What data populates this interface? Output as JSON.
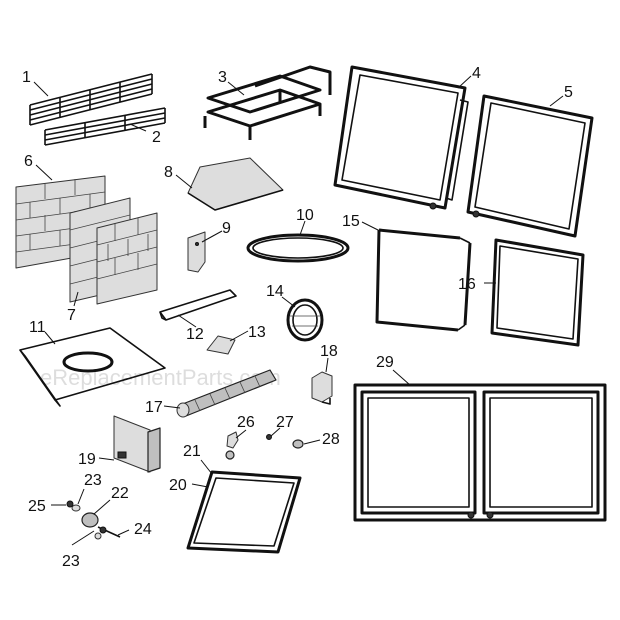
{
  "watermark": "eReplacementParts.com",
  "callouts": [
    {
      "id": "c1",
      "text": "1"
    },
    {
      "id": "c2",
      "text": "2"
    },
    {
      "id": "c3",
      "text": "3"
    },
    {
      "id": "c4",
      "text": "4"
    },
    {
      "id": "c5",
      "text": "5"
    },
    {
      "id": "c6",
      "text": "6"
    },
    {
      "id": "c7",
      "text": "7"
    },
    {
      "id": "c8",
      "text": "8"
    },
    {
      "id": "c9",
      "text": "9"
    },
    {
      "id": "c10",
      "text": "10"
    },
    {
      "id": "c11",
      "text": "11"
    },
    {
      "id": "c12",
      "text": "12"
    },
    {
      "id": "c13",
      "text": "13"
    },
    {
      "id": "c14",
      "text": "14"
    },
    {
      "id": "c15",
      "text": "15"
    },
    {
      "id": "c16",
      "text": "16"
    },
    {
      "id": "c17",
      "text": "17"
    },
    {
      "id": "c18",
      "text": "18"
    },
    {
      "id": "c19",
      "text": "19"
    },
    {
      "id": "c20",
      "text": "20"
    },
    {
      "id": "c21",
      "text": "21"
    },
    {
      "id": "c22",
      "text": "22"
    },
    {
      "id": "c23a",
      "text": "23"
    },
    {
      "id": "c23b",
      "text": "23"
    },
    {
      "id": "c24",
      "text": "24"
    },
    {
      "id": "c25",
      "text": "25"
    },
    {
      "id": "c26",
      "text": "26"
    },
    {
      "id": "c27",
      "text": "27"
    },
    {
      "id": "c28",
      "text": "28"
    },
    {
      "id": "c29",
      "text": "29"
    }
  ]
}
